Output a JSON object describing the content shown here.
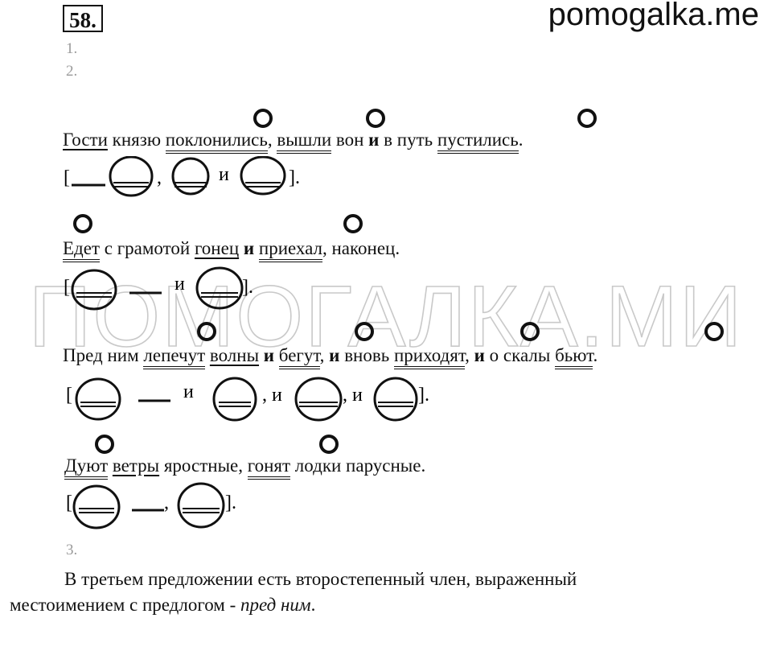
{
  "header": {
    "task_number": "58.",
    "site": "pomogalka.me"
  },
  "watermark": "ПОМОГАЛКА.МИ",
  "steps": [
    "1.",
    "2.",
    "3."
  ],
  "sentences": [
    {
      "words": [
        "Гости",
        "князю",
        "поклонились",
        ",",
        "вышли",
        "вон",
        "и",
        "в путь",
        "пустились",
        "."
      ],
      "schema": [
        "[",
        ",",
        "и",
        "]."
      ]
    },
    {
      "words": [
        "Едет",
        "с грамотой",
        "гонец",
        "и",
        "приехал",
        ", наконец."
      ],
      "schema": [
        "[",
        "и",
        "]."
      ]
    },
    {
      "words": [
        "Пред ним",
        "лепечут",
        "волны",
        "и",
        "бегут",
        ",",
        "и",
        "вновь",
        "приходят",
        ",",
        "и",
        "о скалы",
        "бьют",
        "."
      ],
      "schema": [
        "[",
        "и",
        ", и",
        ", и",
        "]."
      ]
    },
    {
      "words": [
        "Дуют",
        "ветры",
        "яростные,",
        "гонят",
        "лодки парусные."
      ],
      "schema": [
        "[",
        ",",
        "]."
      ]
    }
  ],
  "conclusion": {
    "line1": "В третьем предложении есть второстепенный член, выраженный",
    "line2": "местоимением с предлогом - ",
    "example": "пред ним",
    "end": "."
  }
}
